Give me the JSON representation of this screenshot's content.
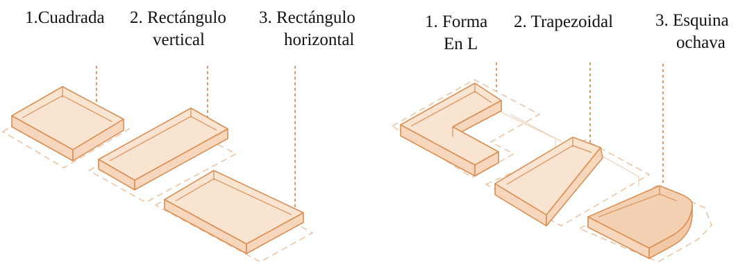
{
  "colors": {
    "stroke": "#d98e52",
    "fill": "#f9e3d1",
    "fill_dark": "#f2c9a6",
    "halo": "#ecc5a5",
    "guide": "#d98e52",
    "text": "#111111"
  },
  "left_group": {
    "labels": [
      {
        "line1": "1.Cuadrada",
        "line2": ""
      },
      {
        "line1": "2. Rectángulo",
        "line2": "vertical"
      },
      {
        "line1": "3. Rectángulo",
        "line2": "horizontal"
      }
    ]
  },
  "right_group": {
    "labels": [
      {
        "line1": "1. Forma",
        "line2": "En L"
      },
      {
        "line1": "2. Trapezoidal",
        "line2": ""
      },
      {
        "line1": "3. Esquina",
        "line2": "ochava"
      }
    ]
  }
}
